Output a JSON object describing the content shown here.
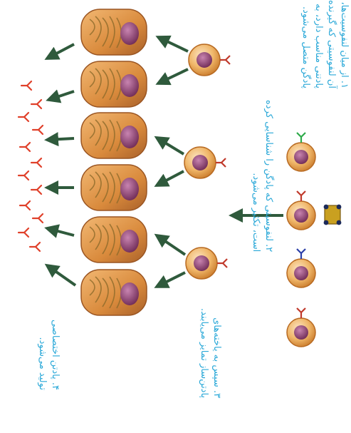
{
  "captions": {
    "step1": "۱. از میان لنفوسیت‌ها،\nآن لنفوسیتی که گیرنده\nپادتنی مناسب دارد، به\nپادگن متصل می‌شود.",
    "step2": "۲. لنفوسیتی که پادگن را شناسایی کرده\nاست، تکثیر می‌شود.",
    "step3": "۳. سپس به یاخته‌های\nپادتن‌ساز تمایز می‌یابند.",
    "step4": "۴. پادتن اختصاصی\nتولید می‌شود."
  },
  "colors": {
    "caption": "#2aa8d8",
    "plasma_cell": "#d98a3c",
    "lymphocyte": "#e79a3a",
    "nucleus": "#8a3b6a",
    "antibody": "#e0402a",
    "arrow": "#2f5a3c",
    "receptor_matching": "#c0392b",
    "receptor_green": "#2eaa4a",
    "receptor_blue": "#2b3fa8",
    "antigen": "#c9a020"
  },
  "icons": [
    "lymphocyte-icon",
    "plasma-cell-icon",
    "antibody-icon",
    "antigen-icon",
    "arrow-icon"
  ]
}
